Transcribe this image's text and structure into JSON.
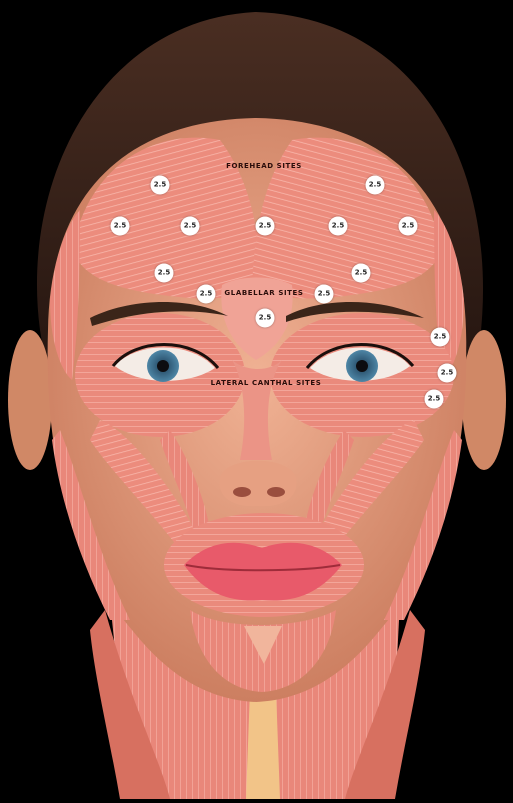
{
  "labels": {
    "forehead": "FOREHEAD SITES",
    "glabellar": "GLABELLAR SITES",
    "lateral_canthal": "LATERAL CANTHAL SITES"
  },
  "injection_sites": [
    {
      "group": "forehead",
      "dose": "2.5"
    },
    {
      "group": "forehead",
      "dose": "2.5"
    },
    {
      "group": "forehead",
      "dose": "2.5"
    },
    {
      "group": "forehead",
      "dose": "2.5"
    },
    {
      "group": "forehead",
      "dose": "2.5"
    },
    {
      "group": "forehead",
      "dose": "2.5"
    },
    {
      "group": "forehead",
      "dose": "2.5"
    },
    {
      "group": "forehead",
      "dose": "2.5"
    },
    {
      "group": "forehead",
      "dose": "2.5"
    },
    {
      "group": "glabellar",
      "dose": "2.5"
    },
    {
      "group": "glabellar",
      "dose": "2.5"
    },
    {
      "group": "glabellar",
      "dose": "2.5"
    },
    {
      "group": "lateral_canthal",
      "dose": "2.5"
    },
    {
      "group": "lateral_canthal",
      "dose": "2.5"
    },
    {
      "group": "lateral_canthal",
      "dose": "2.5"
    }
  ],
  "colors": {
    "background": "#000000",
    "hair": "#3a241b",
    "skin": "#e8a07f",
    "muscle": "#ee8a7e",
    "muscle_fiber": "#f6b0a4",
    "lips": "#e85a6a",
    "iris": "#3d6f8f",
    "marker": "#ffffff"
  }
}
